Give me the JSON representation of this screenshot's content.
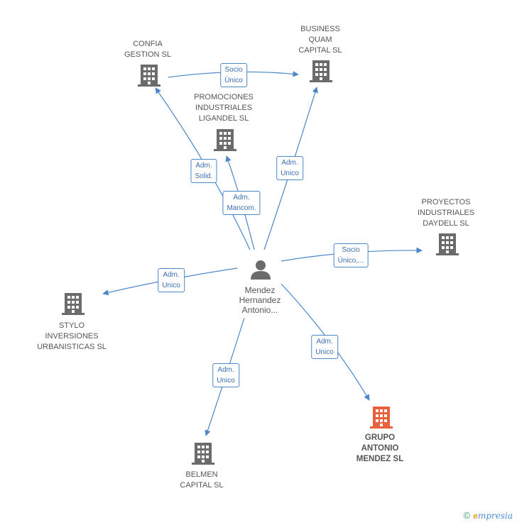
{
  "colors": {
    "edge": "#4a86c8",
    "building": "#6b6b6b",
    "focus_building": "#e8603c",
    "person": "#6b6b6b"
  },
  "person": {
    "name": "Mendez\nHernandez\nAntonio..."
  },
  "companies": {
    "confia": {
      "name": "CONFIA\nGESTION SL"
    },
    "business": {
      "name": "BUSINESS\nQUAM\nCAPITAL  SL"
    },
    "promociones": {
      "name": "PROMOCIONES\nINDUSTRIALES\nLIGANDEL SL"
    },
    "proyectos": {
      "name": "PROYECTOS\nINDUSTRIALES\nDAYDELL SL"
    },
    "stylo": {
      "name": "STYLO\nINVERSIONES\nURBANISTICAS SL"
    },
    "belmen": {
      "name": "BELMEN\nCAPITAL SL"
    },
    "grupo": {
      "name": "GRUPO\nANTONIO\nMENDEZ SL"
    }
  },
  "edges": {
    "confia_business": {
      "label": "Socio\nÚnico"
    },
    "person_confia": {
      "label": "Adm.\nSolid."
    },
    "person_promociones": {
      "label": "Adm.\nMancom."
    },
    "person_business": {
      "label": "Adm.\nUnico"
    },
    "person_proyectos": {
      "label": "Socio\nÚnico,..."
    },
    "person_stylo": {
      "label": "Adm.\nUnico"
    },
    "person_belmen": {
      "label": "Adm.\nUnico"
    },
    "person_grupo": {
      "label": "Adm.\nUnico"
    }
  },
  "footer": {
    "copyright": "©",
    "brand_initial": "e",
    "brand_rest": "mpresia"
  }
}
